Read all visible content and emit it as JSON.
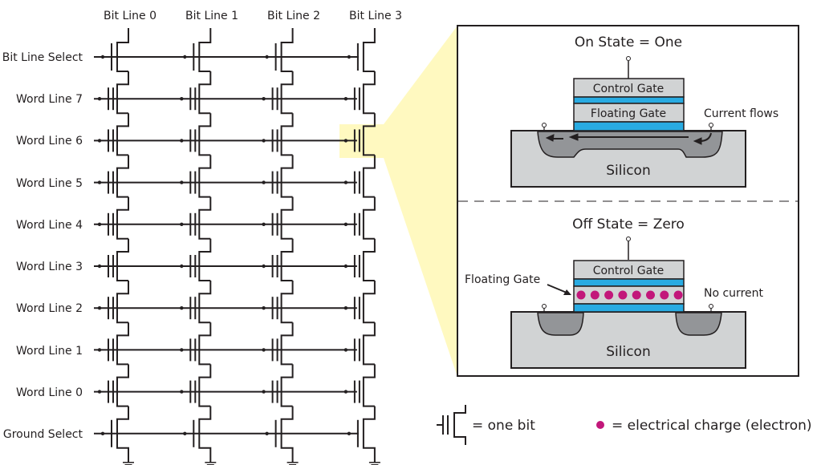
{
  "array": {
    "bit_lines": [
      "Bit Line 0",
      "Bit Line 1",
      "Bit Line 2",
      "Bit Line 3"
    ],
    "rows": [
      {
        "label": "Bit Line Select",
        "type": "select"
      },
      {
        "label": "Word Line 7",
        "type": "cell"
      },
      {
        "label": "Word Line 6",
        "type": "cell"
      },
      {
        "label": "Word Line 5",
        "type": "cell"
      },
      {
        "label": "Word Line 4",
        "type": "cell"
      },
      {
        "label": "Word Line 3",
        "type": "cell"
      },
      {
        "label": "Word Line 2",
        "type": "cell"
      },
      {
        "label": "Word Line 1",
        "type": "cell"
      },
      {
        "label": "Word Line 0",
        "type": "cell"
      },
      {
        "label": "Ground Select",
        "type": "select"
      }
    ],
    "highlighted_cell": {
      "row": "Word Line 6",
      "bit_line": "Bit Line 3"
    }
  },
  "detail": {
    "on_state": {
      "title": "On State = One",
      "control_gate": "Control Gate",
      "floating_gate": "Floating Gate",
      "annotation": "Current flows",
      "substrate": "Silicon",
      "electron_count": 0
    },
    "off_state": {
      "title": "Off State = Zero",
      "control_gate": "Control Gate",
      "floating_gate_callout": "Floating Gate",
      "annotation": "No current",
      "substrate": "Silicon",
      "electron_count": 8
    }
  },
  "legend": {
    "bit_symbol_label": "= one bit",
    "electron_label": "= electrical charge (electron)"
  },
  "colors": {
    "highlight": "#fff9c0",
    "oxide": "#29abe2",
    "gate_fill": "#d1d3d4",
    "well_fill": "#939598",
    "electron": "#c2177a",
    "line": "#231f20"
  }
}
